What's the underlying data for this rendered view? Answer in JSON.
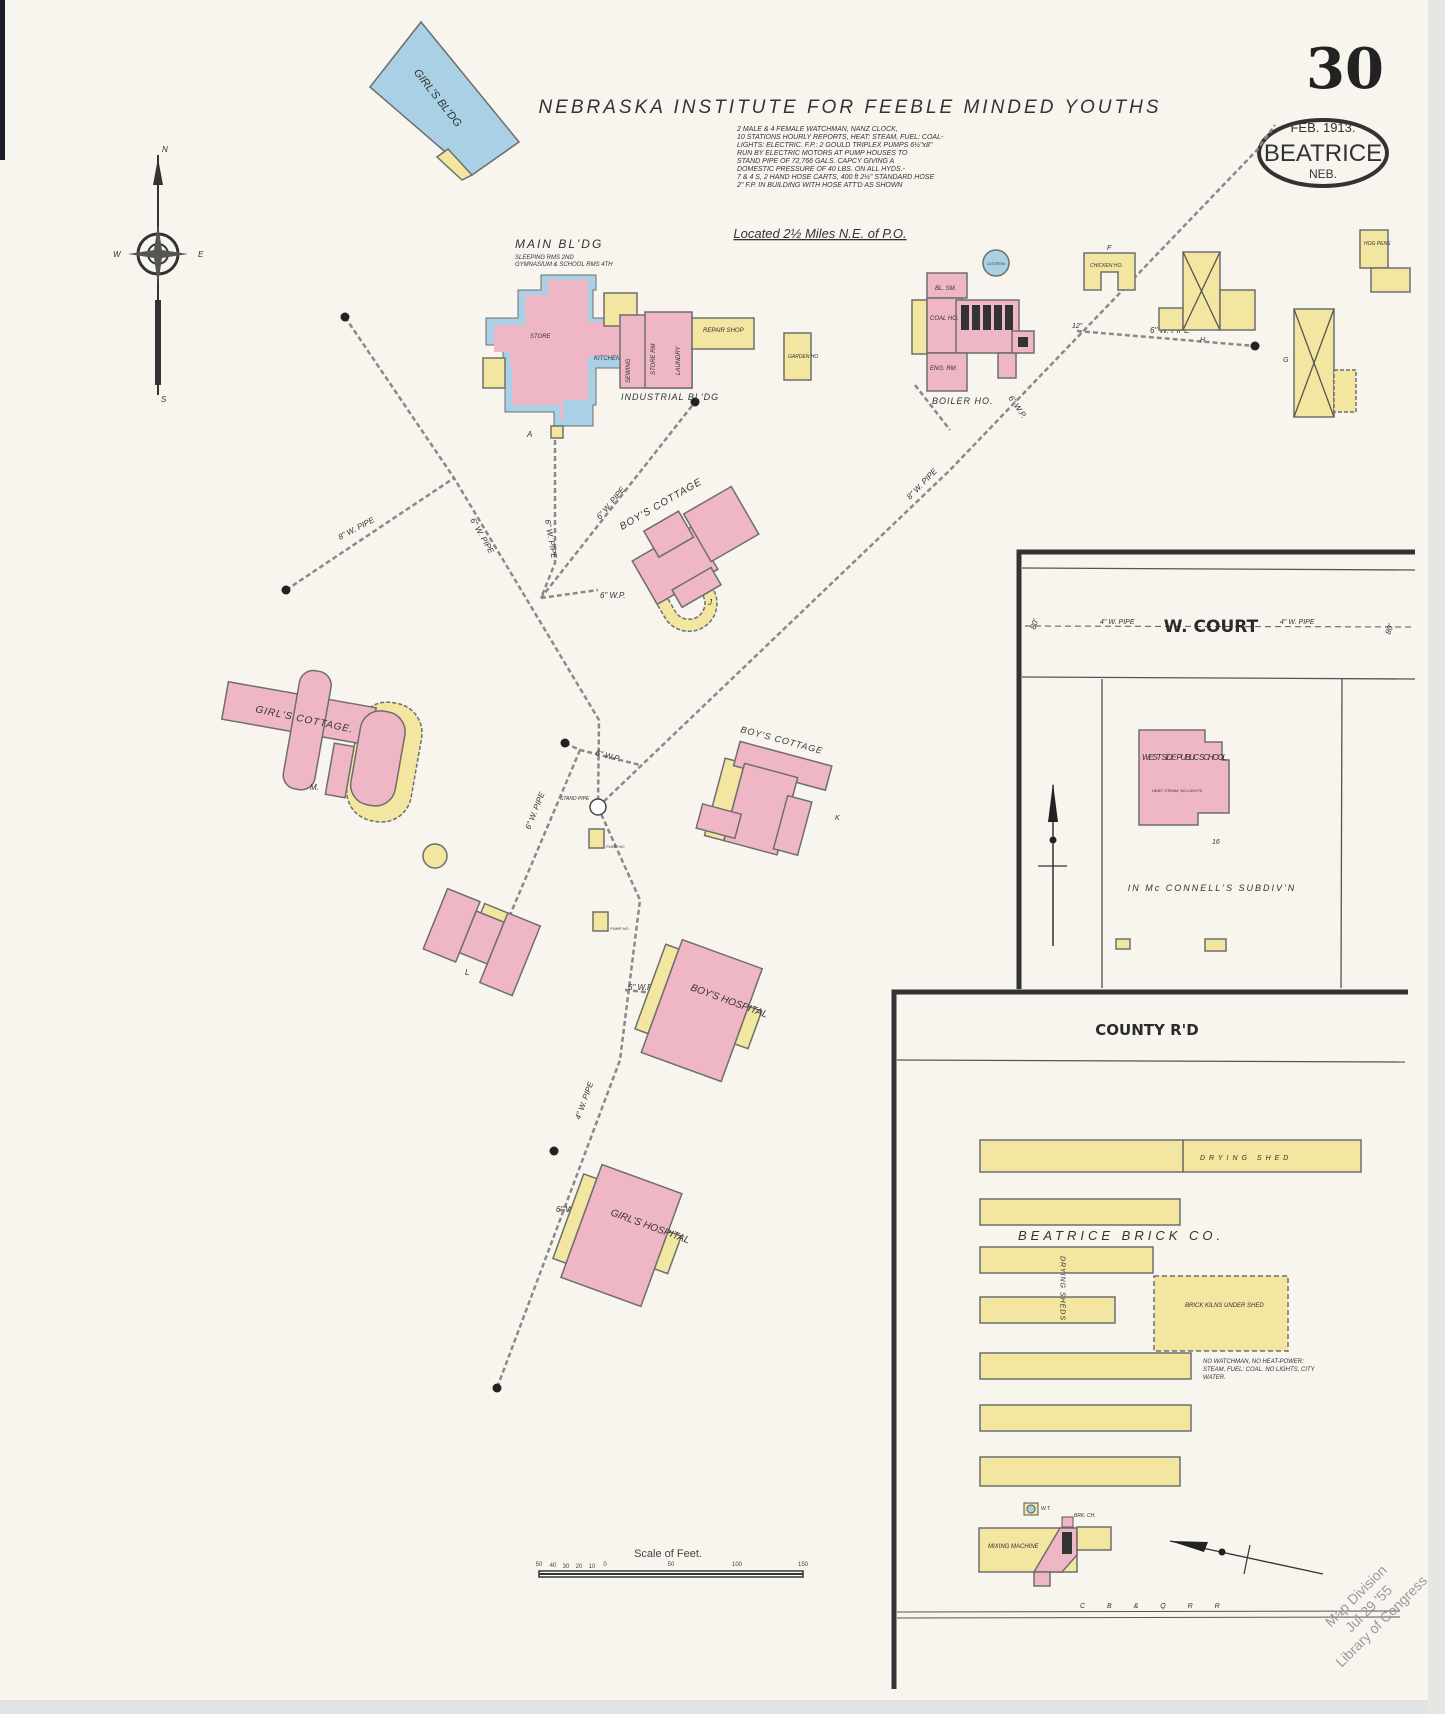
{
  "sheet": {
    "page_number": "30",
    "date": "FEB. 1913.",
    "city": "BEATRICE",
    "state": "NEB.",
    "title": "NEBRASKA INSTITUTE FOR FEEBLE MINDED YOUTHS",
    "notes": [
      "2 MALE & 4 FEMALE WATCHMAN, NANZ CLOCK,",
      "10 STATIONS HOURLY REPORTS, HEAT: STEAM, FUEL: COAL-",
      "LIGHTS: ELECTRIC. F.P.: 2 GOULD TRIPLEX PUMPS 6½\"x8\"",
      "RUN BY ELECTRIC MOTORS AT PUMP HOUSES TO",
      "STAND PIPE OF 72,766 GALS. CAPCY GIVING A",
      "DOMESTIC PRESSURE OF 40 LBS. ON ALL HYDS.-",
      "7 & 4 S, 2 HAND HOSE CARTS, 400 ft 2½\" STANDARD HOSE",
      "2\" F.P. IN BUILDING WITH HOSE ATT'D AS SHOWN"
    ],
    "location_note": "Located 2½ Miles N.E. of P.O.",
    "colors": {
      "brick": "#efb6c6",
      "frame": "#f3e6a0",
      "stone": "#a9d0e4",
      "paper": "#f7f5ee"
    }
  },
  "compass": {
    "n": "N",
    "s": "S",
    "e": "E",
    "w": "W",
    "icon": "compass-rose-icon"
  },
  "buildings": {
    "girls_bldg": "GIRL'S BL'DG",
    "main_bldg": "MAIN BL'DG",
    "main_bldg_note1": "SLEEPING RMS 2ND",
    "main_bldg_note2": "GYMNASIUM & SCHOOL RMS 4TH",
    "store": "STORE",
    "kitchen": "KITCHEN",
    "store_rm": "STORE RM",
    "laundry": "LAUNDRY",
    "sewing": "SEWING",
    "repair_shop": "REPAIR SHOP",
    "industrial_bldg": "INDUSTRIAL BL'DG",
    "garden_ho": "GARDEN HO",
    "boiler_ho": "BOILER HO.",
    "bl_sm": "BL. SM.",
    "coal_ho": "COAL HO.",
    "eng_rm": "ENG. RM.",
    "cistern": "CISTERN",
    "chicken_ho": "CHICKEN HO.",
    "hog_pens": "HOG PENS",
    "letter_f": "F",
    "letter_h": "H",
    "letter_g": "G",
    "letter_a": "A",
    "boys_cottage_j": "BOY'S COTTAGE",
    "letter_j": "J",
    "girls_cottage": "GIRL'S COTTAGE.",
    "letter_m": "M.",
    "boys_cottage_k": "BOY'S COTTAGE",
    "letter_k": "K",
    "letter_l": "L",
    "boys_hospital": "BOY'S HOSPITAL",
    "girls_hospital": "GIRL'S HOSPITAL",
    "stand_pipe": "STAND PIPE",
    "pump_ho": "PUMP HO",
    "west_side_school": "WEST SIDE PUBLIC SCHOOL",
    "school_note": "HEAT: STEAM, NO LIGHTS.",
    "lot_number": "16",
    "subdivision": "IN Mc CONNELL'S SUBDIV'N",
    "drying_shed": "DRYING SHED",
    "drying_sheds_vertical": "DRYING SHEDS",
    "brick_co": "BEATRICE BRICK CO.",
    "brick_kilns": "BRICK KILNS UNDER SHED",
    "brick_note": "NO WATCHMAN, NO HEAT-POWER: STEAM, FUEL: COAL. NO LIGHTS, CITY WATER.",
    "mixing_machine": "MIXING MACHINE",
    "wt": "W.T.",
    "brk_ch": "BRK. CH."
  },
  "pipes": {
    "w_pipe_8": "8\" W. PIPE",
    "w_pipe_6": "6\" W. PIPE",
    "wp_6": "6\" W.P.",
    "w_pipe_4": "4\" W. PIPE",
    "pipe_size_12": "12\""
  },
  "streets": {
    "w_court": "W. COURT",
    "county_rd": "COUNTY R'D",
    "railroad": "C B & Q R R",
    "court_width": "80'"
  },
  "scale": {
    "title": "Scale of Feet.",
    "ticks": [
      "50",
      "40",
      "30",
      "20",
      "10",
      "0",
      "50",
      "100",
      "150"
    ]
  },
  "stamp": {
    "line1": "Map Division",
    "line2": "Jul 29 '55",
    "line3": "Library of Congress"
  }
}
